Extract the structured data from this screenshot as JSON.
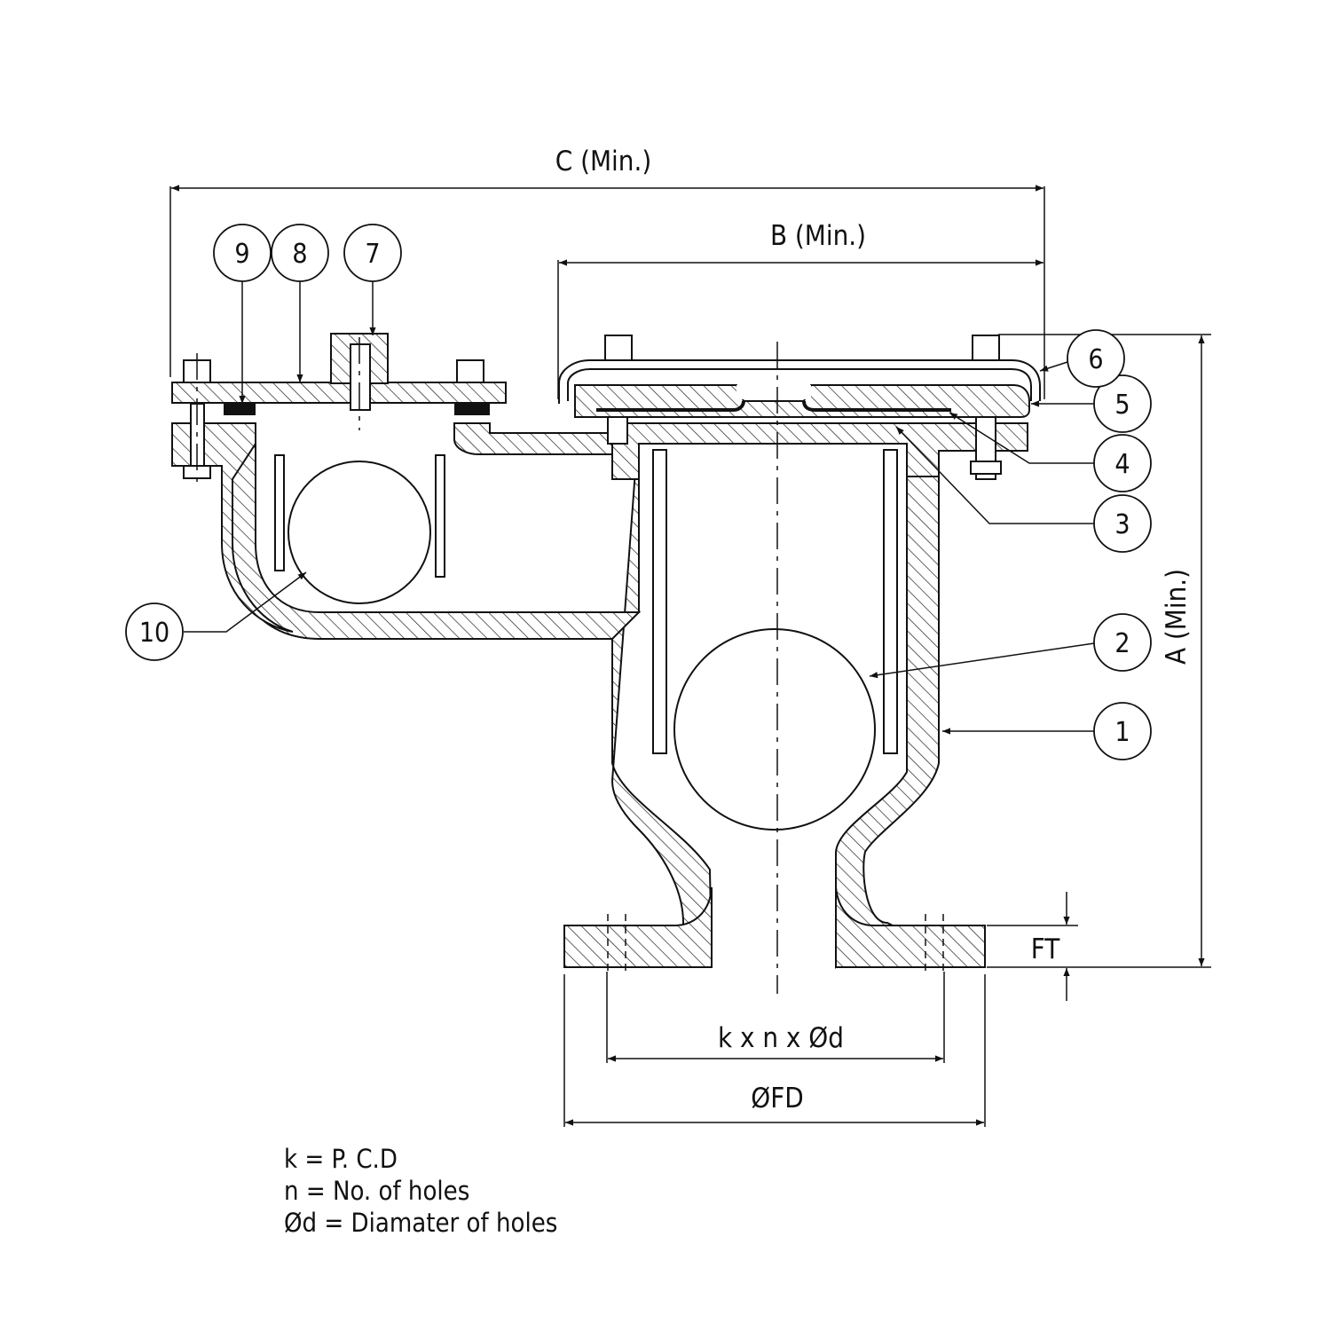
{
  "dimensions": {
    "c_min": "C (Min.)",
    "b_min": "B (Min.)",
    "a_min": "A (Min.)",
    "ft": "FT",
    "bolt_pattern": "k x n x Ød",
    "flange_diameter": "ØFD"
  },
  "balloons": [
    "1",
    "2",
    "3",
    "4",
    "5",
    "6",
    "7",
    "8",
    "9",
    "10"
  ],
  "legend": [
    "k = P. C.D",
    "n = No. of holes",
    "Ød = Diamater of holes"
  ]
}
